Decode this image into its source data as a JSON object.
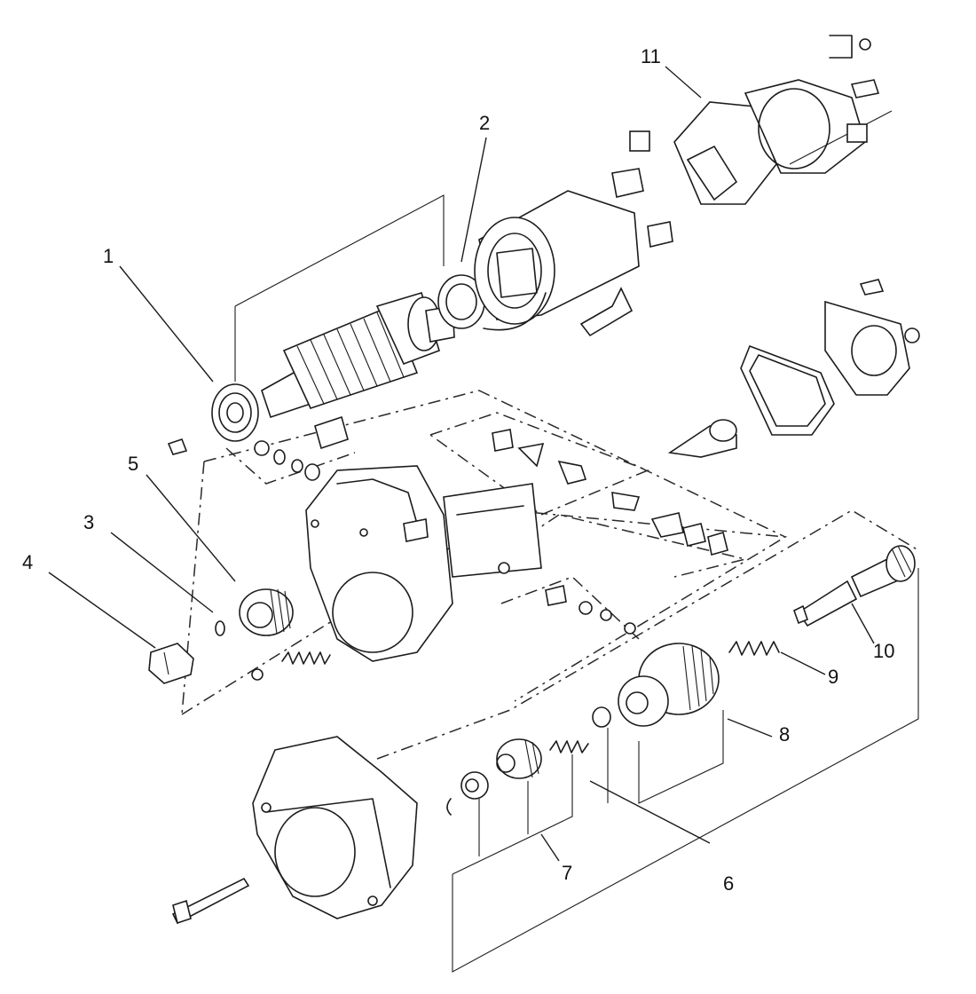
{
  "diagram": {
    "callouts": [
      {
        "id": "1",
        "text": "1"
      },
      {
        "id": "2",
        "text": "2"
      },
      {
        "id": "3",
        "text": "3"
      },
      {
        "id": "4",
        "text": "4"
      },
      {
        "id": "5",
        "text": "5"
      },
      {
        "id": "6",
        "text": "6"
      },
      {
        "id": "7",
        "text": "7"
      },
      {
        "id": "8",
        "text": "8"
      },
      {
        "id": "9",
        "text": "9"
      },
      {
        "id": "10",
        "text": "10"
      },
      {
        "id": "11",
        "text": "11"
      }
    ],
    "line_color": "#1c1c1c",
    "background": "#ffffff"
  }
}
